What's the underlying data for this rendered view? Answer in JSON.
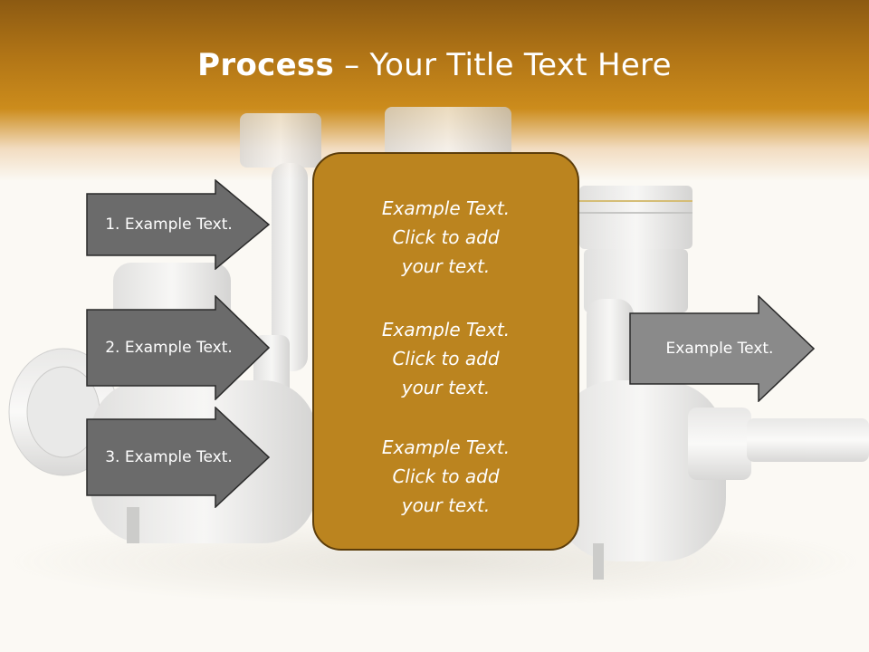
{
  "title": {
    "bold": "Process",
    "rest": " – Your Title Text Here"
  },
  "left_arrows": [
    "1. Example Text.",
    "2. Example Text.",
    "3. Example Text."
  ],
  "center_items": [
    [
      "Example Text.",
      "Click  to add",
      "your text."
    ],
    [
      "Example Text.",
      "Click  to add",
      "your text."
    ],
    [
      "Example Text.",
      "Click  to add",
      "your text."
    ]
  ],
  "right_arrow": "Example Text.",
  "colors": {
    "header_dark": "#8c5a12",
    "header_mid": "#cc8c1c",
    "box_fill": "#bb841f",
    "box_border": "#5c3d0a",
    "left_arrow_fill": "#6b6b6b",
    "right_arrow_fill": "#8a8a8a"
  },
  "background_image": "engine-crankshaft-pistons"
}
